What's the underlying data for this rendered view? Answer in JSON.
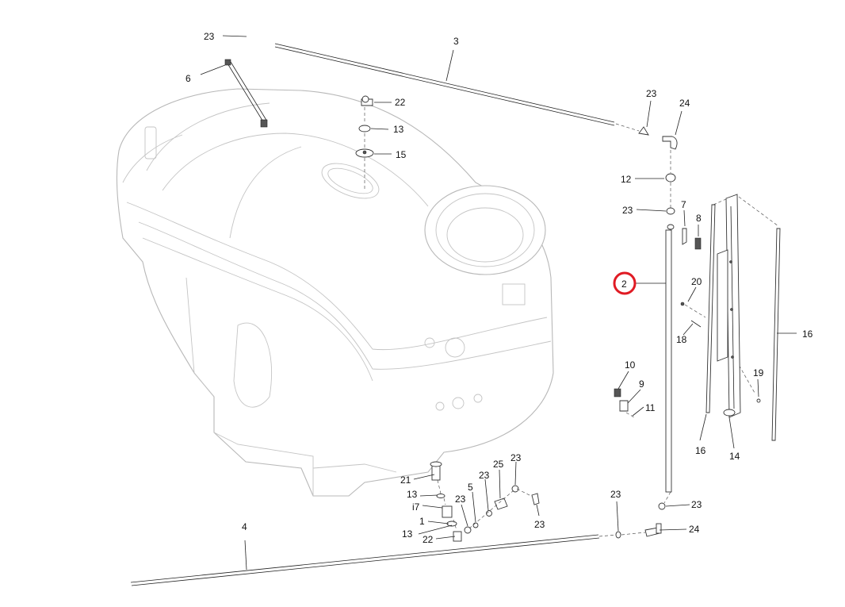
{
  "callouts": {
    "c1": "1",
    "c2": "2",
    "c3": "3",
    "c4": "4",
    "c5": "5",
    "c6": "6",
    "c7": "7",
    "c8": "8",
    "c9": "9",
    "c10": "10",
    "c11": "11",
    "c12": "12",
    "c13a": "13",
    "c13b": "13",
    "c13c": "13",
    "c14": "14",
    "c15": "15",
    "c16a": "16",
    "c16b": "16",
    "c17": "i7",
    "c18": "18",
    "c19": "19",
    "c20": "20",
    "c21": "21",
    "c22a": "22",
    "c22b": "22",
    "c23a": "23",
    "c23b": "23",
    "c23c": "23",
    "c23d": "23",
    "c23e": "23",
    "c23f": "23",
    "c23g": "23",
    "c23h": "23",
    "c23i": "23",
    "c24a": "24",
    "c24b": "24",
    "c25": "25"
  },
  "highlight": {
    "part": "2",
    "color": "#e01b24"
  },
  "colors": {
    "line": "#222222",
    "tank_outline": "#b8b8b8"
  }
}
